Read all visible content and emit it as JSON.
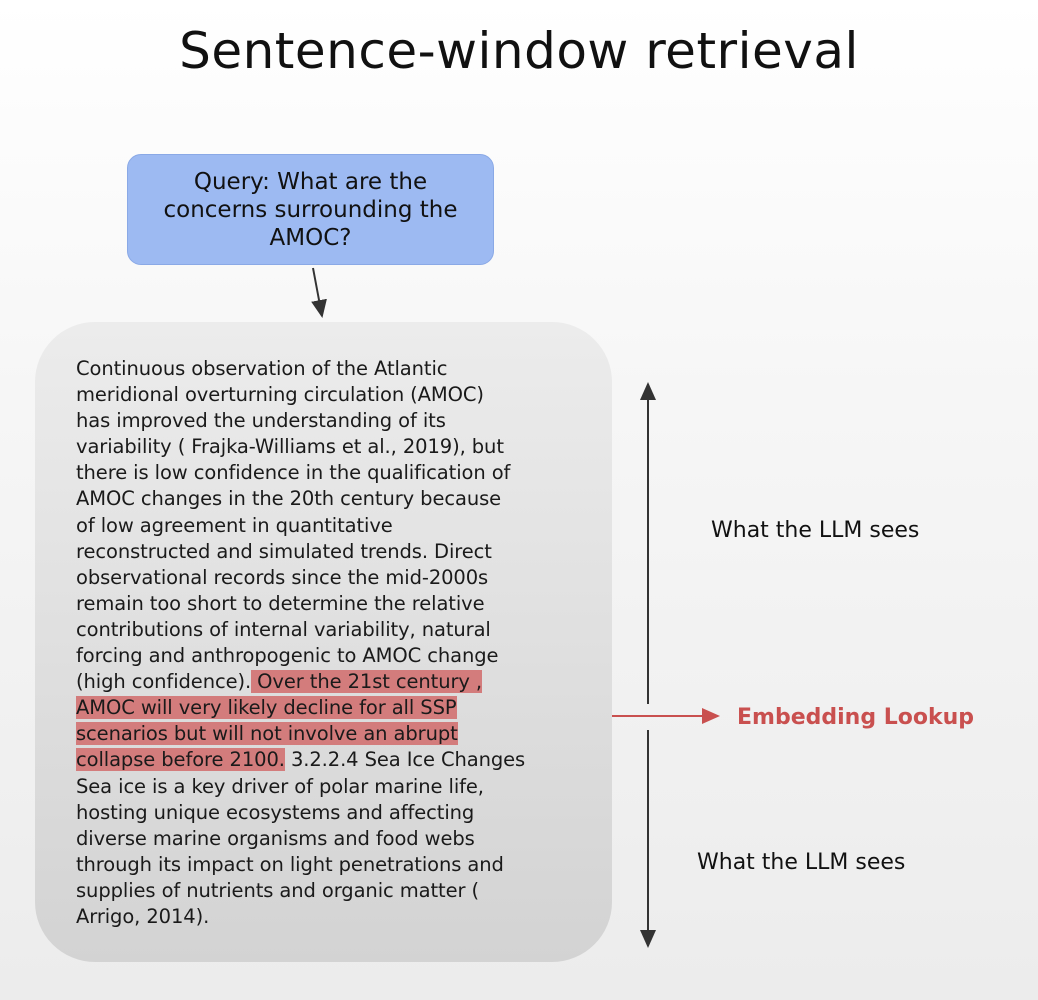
{
  "title": "Sentence-window retrieval",
  "query": "Query: What are the concerns surrounding the AMOC?",
  "document_lines": [
    [
      {
        "text": "Continuous observation of the Atlantic",
        "highlight": false
      }
    ],
    [
      {
        "text": "meridional overturning circulation (AMOC)",
        "highlight": false
      }
    ],
    [
      {
        "text": "has improved the understanding of its",
        "highlight": false
      }
    ],
    [
      {
        "text": "variability ( Frajka-Williams et al., 2019), but",
        "highlight": false
      }
    ],
    [
      {
        "text": "there is low confidence in the qualification of",
        "highlight": false
      }
    ],
    [
      {
        "text": "AMOC changes in the 20th century because",
        "highlight": false
      }
    ],
    [
      {
        "text": "of low agreement in quantitative",
        "highlight": false
      }
    ],
    [
      {
        "text": "reconstructed and simulated trends. Direct",
        "highlight": false
      }
    ],
    [
      {
        "text": "observational records since the mid-2000s",
        "highlight": false
      }
    ],
    [
      {
        "text": "remain too short to determine the relative",
        "highlight": false
      }
    ],
    [
      {
        "text": "contributions of internal variability, natural",
        "highlight": false
      }
    ],
    [
      {
        "text": "forcing and anthropogenic to AMOC change",
        "highlight": false
      }
    ],
    [
      {
        "text": "(high confidence).",
        "highlight": false
      },
      {
        "text": " Over the 21st century ,",
        "highlight": true
      }
    ],
    [
      {
        "text": "AMOC will very likely decline for all SSP",
        "highlight": true
      }
    ],
    [
      {
        "text": "scenarios but will not involve an abrupt",
        "highlight": true
      }
    ],
    [
      {
        "text": "collapse before 2100.",
        "highlight": true
      },
      {
        "text": " 3.2.2.4 Sea Ice Changes",
        "highlight": false
      }
    ],
    [
      {
        "text": "Sea ice is a key driver of polar marine life,",
        "highlight": false
      }
    ],
    [
      {
        "text": "hosting unique ecosystems and affecting",
        "highlight": false
      }
    ],
    [
      {
        "text": "diverse marine organisms and food webs",
        "highlight": false
      }
    ],
    [
      {
        "text": "through its impact on light penetrations and",
        "highlight": false
      }
    ],
    [
      {
        "text": "supplies of nutrients and organic matter (",
        "highlight": false
      }
    ],
    [
      {
        "text": "Arrigo, 2014).",
        "highlight": false
      }
    ]
  ],
  "labels": {
    "upper": "What the LLM sees",
    "lower": "What the LLM sees",
    "embedding": "Embedding Lookup"
  },
  "colors": {
    "query_fill": "#9dbaf2",
    "highlight": "#d37c7c",
    "embedding": "#c9504f"
  }
}
